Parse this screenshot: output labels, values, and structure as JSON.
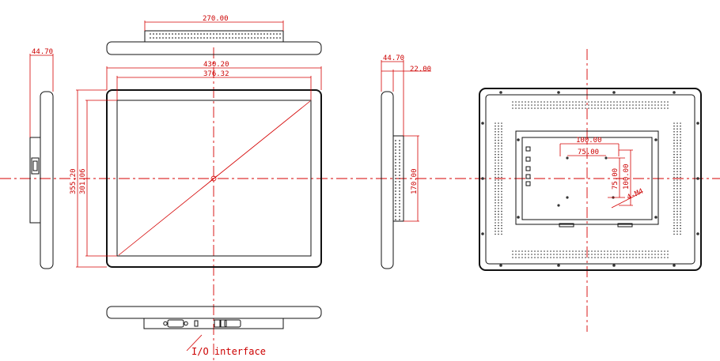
{
  "top_view": {
    "bezel_width_label": "270.00"
  },
  "left_view": {
    "depth_label": "44.70"
  },
  "front_view": {
    "outer_width_label": "430.20",
    "screen_width_label": "376.32",
    "outer_height_label": "355.20",
    "screen_height_label": "301.06"
  },
  "side_view": {
    "depth_label": "44.70",
    "offset_label": "22.00",
    "vent_height_label": "170.00"
  },
  "rear_view": {
    "vesa_outer_width_label": "100.00",
    "vesa_inner_width_label": "75.00",
    "vesa_inner_height_label": "75.00",
    "vesa_outer_height_label": "100.00",
    "screw_label": "4-M4"
  },
  "bottom_view": {
    "interface_label": "I/O interface"
  },
  "colors": {
    "dimension": "#cc0000",
    "outline": "#111111"
  }
}
